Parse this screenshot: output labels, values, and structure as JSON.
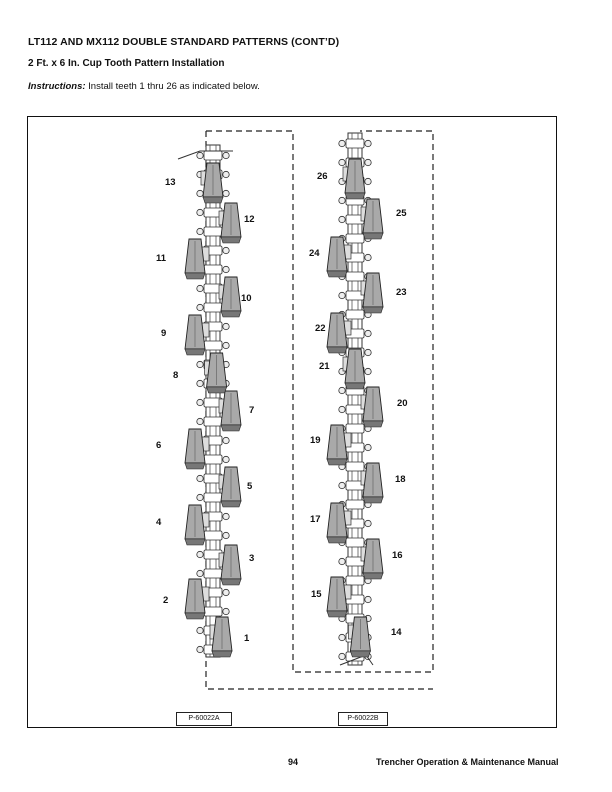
{
  "header": {
    "title": "LT112 AND MX112 DOUBLE STANDARD PATTERNS (CONT’D)",
    "subtitle": "2 Ft. x 6 In. Cup Tooth Pattern Installation",
    "instructions_label": "Instructions:",
    "instructions_text": " Install teeth 1 thru 26 as indicated below."
  },
  "figure": {
    "tag_a": "P-60022A",
    "tag_b": "P-60022B",
    "tooth_numbers": [
      "1",
      "2",
      "3",
      "4",
      "5",
      "6",
      "7",
      "8",
      "9",
      "10",
      "11",
      "12",
      "13",
      "14",
      "15",
      "16",
      "17",
      "18",
      "19",
      "20",
      "21",
      "22",
      "23",
      "24",
      "25",
      "26"
    ]
  },
  "footer": {
    "page_number": "94",
    "manual_title": "Trencher Operation & Maintenance Manual"
  }
}
